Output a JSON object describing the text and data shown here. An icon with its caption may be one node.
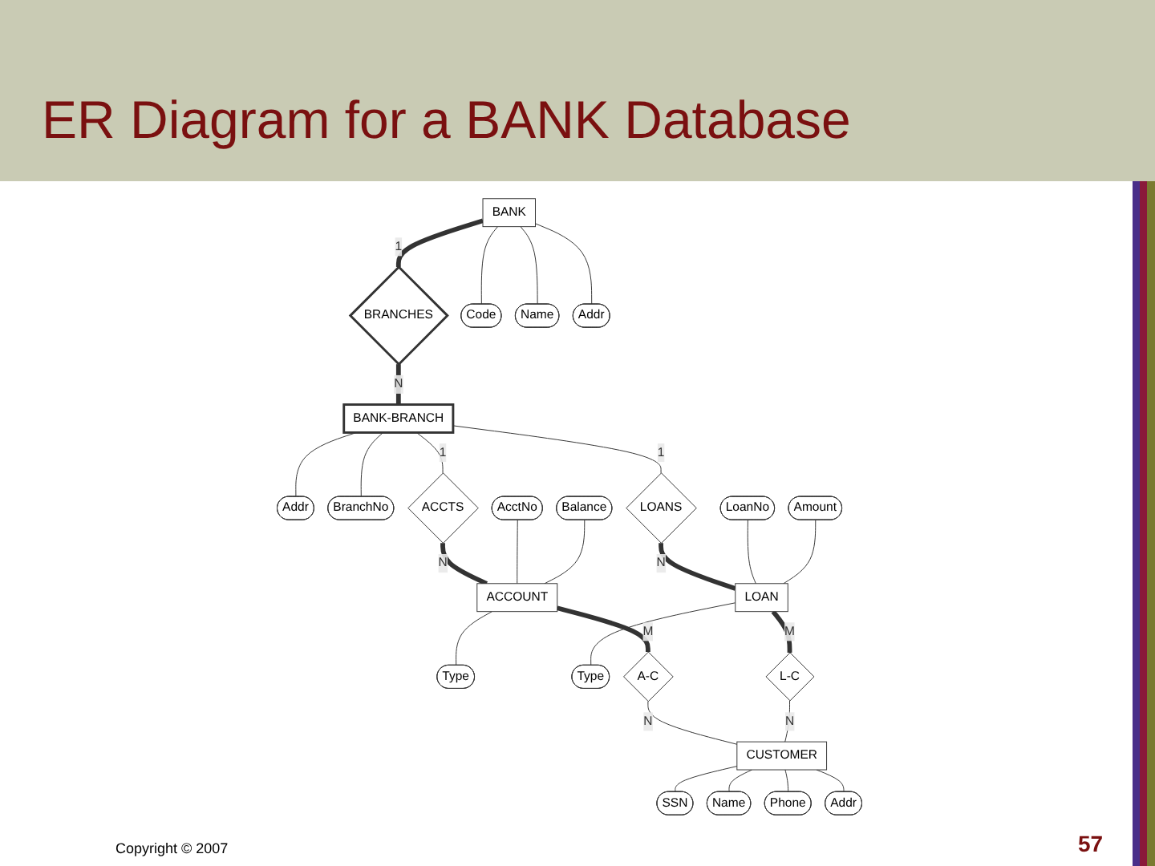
{
  "diagram": {
    "title": "ER Diagram for a BANK Database",
    "nodes": [
      {
        "text": [
          "BANK"
        ]
      },
      {
        "text": [
          "BRANCHES"
        ]
      },
      {
        "text": [
          "BANK-BRANCH"
        ]
      },
      {
        "text": [
          "Code"
        ]
      },
      {
        "text": [
          "Name"
        ]
      },
      {
        "text": [
          "Addr"
        ]
      },
      {
        "text": [
          "Addr"
        ]
      },
      {
        "text": [
          "BranchNo"
        ]
      },
      {
        "text": [
          "ACCTS"
        ]
      },
      {
        "text": [
          "LOANS"
        ]
      },
      {
        "text": [
          "AcctNo"
        ]
      },
      {
        "text": [
          "Balance"
        ]
      },
      {
        "text": [
          "LoanNo"
        ]
      },
      {
        "text": [
          "Amount"
        ]
      },
      {
        "text": [
          "ACCOUNT"
        ]
      },
      {
        "text": [
          "Type"
        ]
      },
      {
        "text": [
          "LOAN"
        ]
      },
      {
        "text": [
          "Type"
        ]
      },
      {
        "text": [
          "A-C"
        ]
      },
      {
        "text": [
          "L-C"
        ]
      },
      {
        "text": [
          "SSN"
        ]
      },
      {
        "text": [
          "Name"
        ]
      },
      {
        "text": [
          "Phone"
        ]
      },
      {
        "text": [
          "CUSTOMER"
        ]
      },
      {
        "text": [
          "Addr"
        ]
      }
    ],
    "edges": [
      {
        "from": 0,
        "to": 1,
        "arrow": "none",
        "label": "1",
        "style": "thick"
      },
      {
        "from": 1,
        "to": 2,
        "arrow": "none",
        "label": "N",
        "style": "thick"
      },
      {
        "from": 0,
        "to": 3,
        "arrow": "none"
      },
      {
        "from": 0,
        "to": 4,
        "arrow": "none"
      },
      {
        "from": 0,
        "to": 5,
        "arrow": "none"
      },
      {
        "from": 2,
        "to": 6,
        "arrow": "none"
      },
      {
        "from": 2,
        "to": 7,
        "arrow": "none"
      },
      {
        "from": 2,
        "to": 8,
        "arrow": "none",
        "label": "1"
      },
      {
        "from": 2,
        "to": 9,
        "arrow": "none",
        "label": "1"
      },
      {
        "from": 8,
        "to": 14,
        "arrow": "none",
        "label": "N",
        "style": "thick"
      },
      {
        "from": 9,
        "to": 16,
        "arrow": "none",
        "label": "N",
        "style": "thick"
      },
      {
        "from": 10,
        "to": 14,
        "arrow": "none"
      },
      {
        "from": 11,
        "to": 14,
        "arrow": "none"
      },
      {
        "from": 14,
        "to": 15,
        "arrow": "none"
      },
      {
        "from": 12,
        "to": 16,
        "arrow": "none"
      },
      {
        "from": 13,
        "to": 16,
        "arrow": "none"
      },
      {
        "from": 16,
        "to": 17,
        "arrow": "none"
      },
      {
        "from": 14,
        "to": 18,
        "arrow": "none",
        "label": "M",
        "style": "thick"
      },
      {
        "from": 16,
        "to": 19,
        "arrow": "none",
        "label": "M",
        "style": "thick"
      },
      {
        "from": 18,
        "to": 23,
        "arrow": "none",
        "label": "N"
      },
      {
        "from": 19,
        "to": 23,
        "arrow": "none",
        "label": "N"
      },
      {
        "from": 23,
        "to": 20,
        "arrow": "none"
      },
      {
        "from": 23,
        "to": 21,
        "arrow": "none"
      },
      {
        "from": 23,
        "to": 22,
        "arrow": "none"
      },
      {
        "from": 23,
        "to": 24,
        "arrow": "none"
      }
    ],
    "labels": [
      "Copyright © 2007",
      "57"
    ]
  }
}
